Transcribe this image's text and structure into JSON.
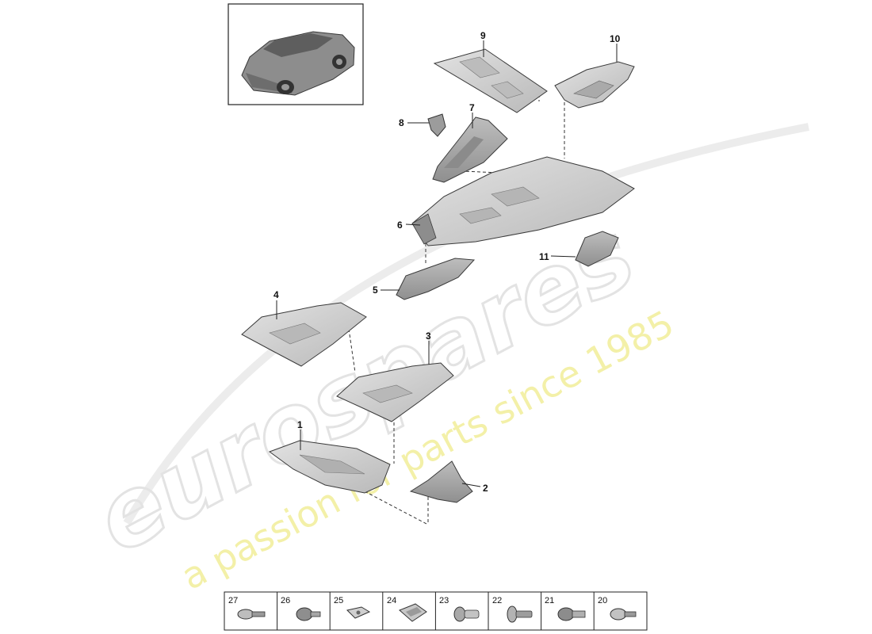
{
  "watermark": {
    "brand": "eurospares",
    "tagline": "a passion for parts since 1985"
  },
  "thumbnail": {
    "name": "vehicle-preview"
  },
  "callouts": [
    {
      "id": "1",
      "label": "1"
    },
    {
      "id": "2",
      "label": "2"
    },
    {
      "id": "3",
      "label": "3"
    },
    {
      "id": "4",
      "label": "4"
    },
    {
      "id": "5",
      "label": "5"
    },
    {
      "id": "6",
      "label": "6"
    },
    {
      "id": "7",
      "label": "7"
    },
    {
      "id": "8",
      "label": "8"
    },
    {
      "id": "9",
      "label": "9"
    },
    {
      "id": "10",
      "label": "10"
    },
    {
      "id": "11",
      "label": "11"
    }
  ],
  "fastener_strip": [
    {
      "label": "27",
      "icon": "screw-icon"
    },
    {
      "label": "26",
      "icon": "bolt-icon"
    },
    {
      "label": "25",
      "icon": "speed-nut-icon"
    },
    {
      "label": "24",
      "icon": "clip-nut-icon"
    },
    {
      "label": "23",
      "icon": "expansion-rivet-icon"
    },
    {
      "label": "22",
      "icon": "push-rivet-icon"
    },
    {
      "label": "21",
      "icon": "flange-bolt-icon"
    },
    {
      "label": "20",
      "icon": "washer-screw-icon"
    }
  ],
  "colors": {
    "part_fill": "#d6d6d6",
    "part_shade": "#a9a9a9",
    "outline": "#3a3a3a",
    "watermark_logo": "#e3e3e3",
    "watermark_tagline": "#f3f0a8"
  }
}
